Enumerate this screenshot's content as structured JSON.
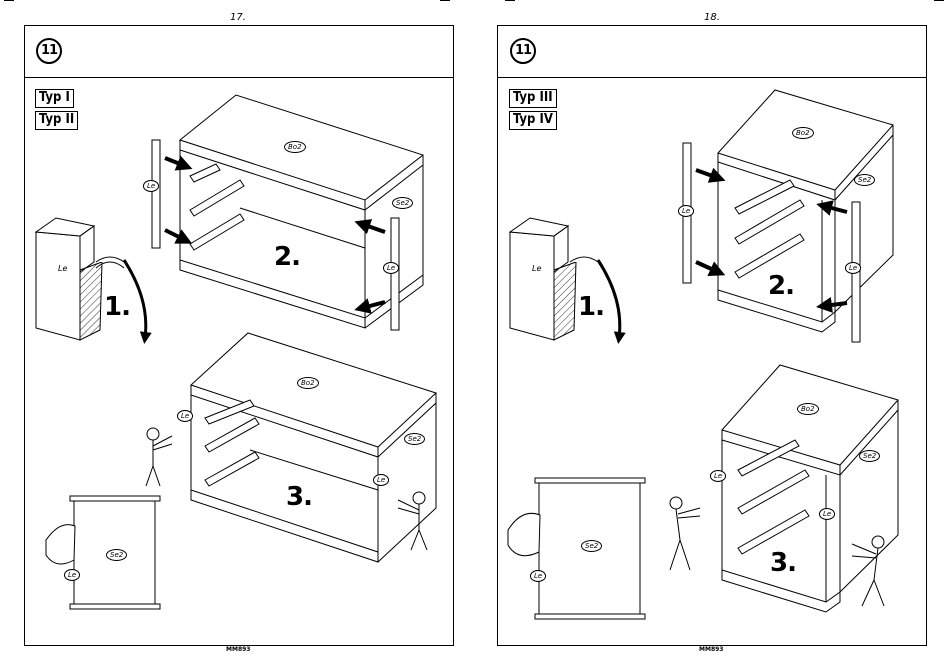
{
  "left_page": {
    "page_number": "17.",
    "step_badge": "11",
    "types": [
      "Typ I",
      "Typ II"
    ],
    "step_numbers": [
      "1.",
      "2.",
      "3."
    ],
    "part_labels": {
      "le_wall": "Le",
      "le_pin_left": "Le",
      "le_pin_right": "Le",
      "bo2_top": "Bo2",
      "se2_top": "Se2",
      "bo2_bottom": "Bo2",
      "se2_bottom": "Se2",
      "le_person_left": "Le",
      "le_person_right": "Le",
      "se2_panel": "Se2",
      "le_panel": "Le"
    },
    "code": "MM893"
  },
  "right_page": {
    "page_number": "18.",
    "step_badge": "11",
    "types": [
      "Typ III",
      "Typ IV"
    ],
    "step_numbers": [
      "1.",
      "2.",
      "3."
    ],
    "part_labels": {
      "le_wall": "Le",
      "le_pin_left": "Le",
      "le_pin_right": "Le",
      "bo2_top": "Bo2",
      "se2_top": "Se2",
      "bo2_bottom": "Bo2",
      "se2_bottom": "Se2",
      "le_person_left": "Le",
      "le_person_right": "Le",
      "se2_panel": "Se2",
      "le_panel": "Le"
    },
    "code": "MM893"
  }
}
